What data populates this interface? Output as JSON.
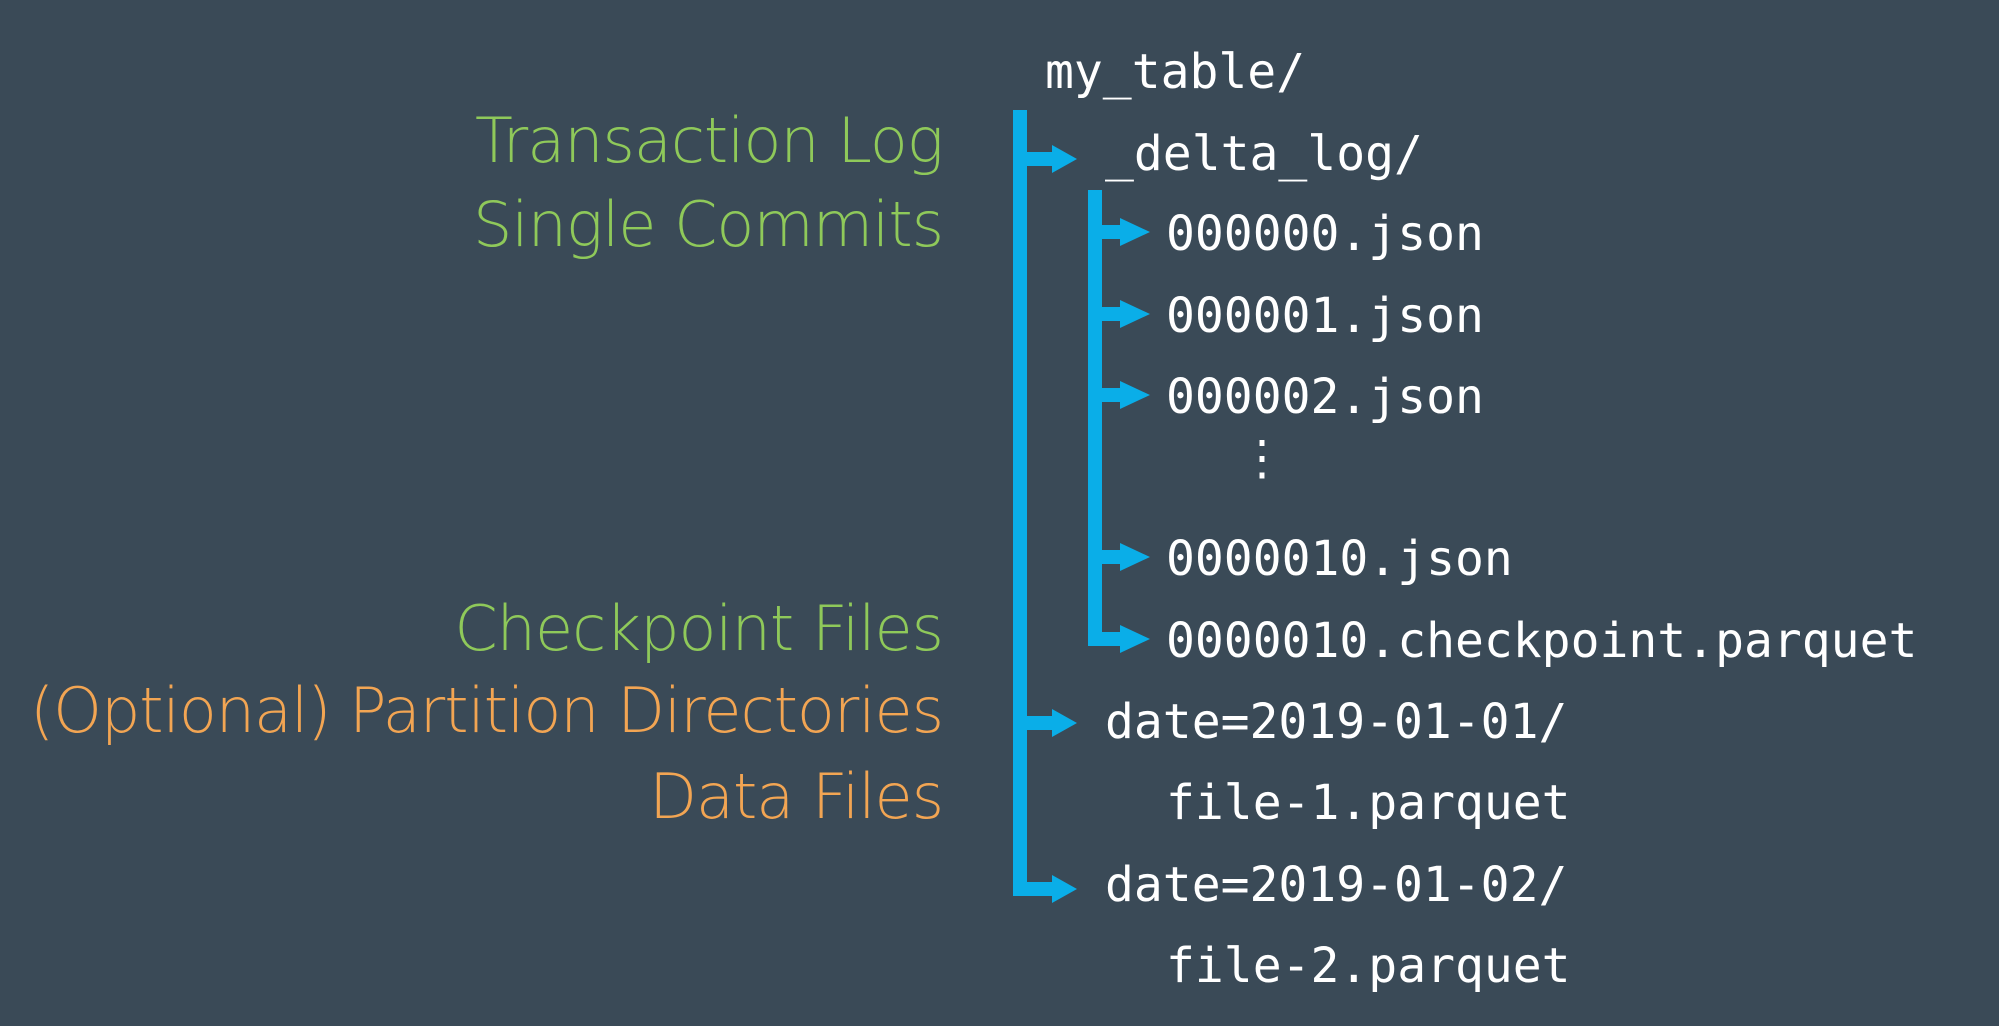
{
  "labels": {
    "transaction_log": "Transaction Log",
    "single_commits": "Single Commits",
    "checkpoint_files": "Checkpoint Files",
    "partition_directories": "(Optional) Partition Directories",
    "data_files": "Data Files"
  },
  "tree": {
    "root": "my_table/",
    "delta_log": "_delta_log/",
    "commit_0": "000000.json",
    "commit_1": "000001.json",
    "commit_2": "000002.json",
    "ellipsis": "⋮",
    "commit_10": "0000010.json",
    "checkpoint": "0000010.checkpoint.parquet",
    "partition_1": "date=2019-01-01/",
    "file_1": "file-1.parquet",
    "partition_2": "date=2019-01-02/",
    "file_2": "file-2.parquet"
  },
  "colors": {
    "background": "#3a4a57",
    "connector": "#0aaee8",
    "green_label": "#8fc95a",
    "orange_label": "#f2a553",
    "file_text": "#ffffff"
  }
}
